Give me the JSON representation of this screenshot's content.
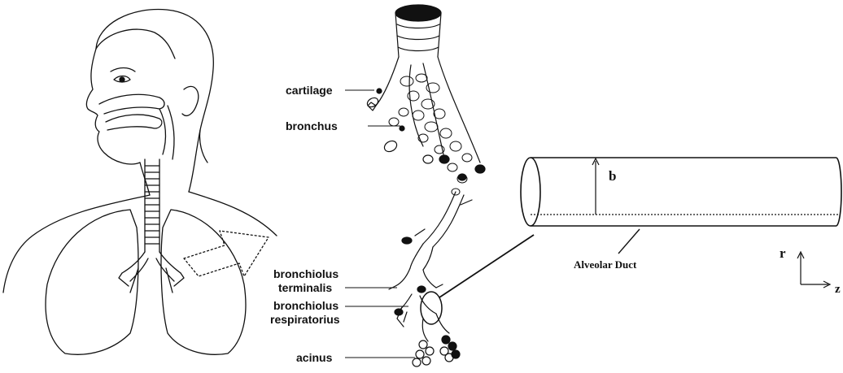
{
  "labels": {
    "cartilage": "cartilage",
    "bronchus": "bronchus",
    "bronchiolus_terminalis_line1": "bronchiolus",
    "bronchiolus_terminalis_line2": "terminalis",
    "bronchiolus_respiratorius_line1": "bronchiolus",
    "bronchiolus_respiratorius_line2": "respiratorius",
    "acinus": "acinus"
  },
  "duct": {
    "radius_label": "b",
    "caption": "Alveolar Duct"
  },
  "axes": {
    "r_label": "r",
    "z_label": "z"
  },
  "colors": {
    "ink": "#111111",
    "background": "#ffffff"
  }
}
